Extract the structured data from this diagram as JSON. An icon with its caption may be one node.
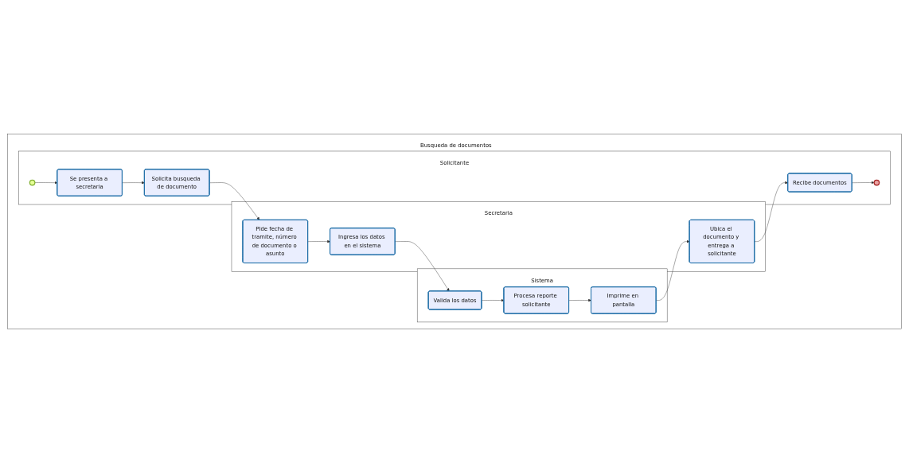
{
  "diagram": {
    "nodes": [
      {
        "text": [
          "Busqueda de documentos"
        ]
      },
      {
        "text": [
          "Sistema"
        ],
        "in": 0
      },
      {
        "text": [
          "Secretaria"
        ],
        "in": 0
      },
      {
        "text": [
          "Solicitante"
        ],
        "in": 0
      },
      {
        "text": [
          "Valida los datos"
        ],
        "in": 1
      },
      {
        "text": [
          "Procesa reporte solicitante"
        ],
        "in": 1
      },
      {
        "text": [
          "Imprime en pantalla"
        ],
        "in": 1
      },
      {
        "text": [
          "PIde fecha de tramite, número de documento o asunto"
        ],
        "in": 2
      },
      {
        "text": [
          "Ingresa los datos en el sistema"
        ],
        "in": 2
      },
      {
        "text": [
          "Ubica el documento y entrega a solicitante"
        ],
        "in": 2
      },
      {
        "text": [],
        "shape": "circle",
        "in": 3
      },
      {
        "text": [
          "Se presenta a secretaria"
        ],
        "in": 3
      },
      {
        "text": [
          "Solicita busqueda de documento"
        ],
        "in": 3
      },
      {
        "text": [
          "Recibe documentos"
        ],
        "in": 3
      },
      {
        "text": [],
        "shape": "circle",
        "in": 3
      }
    ],
    "edges": [
      {
        "from": 10,
        "to": 11,
        "arrow": "to"
      },
      {
        "from": 11,
        "to": 12,
        "arrow": "to"
      },
      {
        "from": 12,
        "to": 7,
        "arrow": "to"
      },
      {
        "from": 7,
        "to": 8,
        "arrow": "to"
      },
      {
        "from": 8,
        "to": 4,
        "arrow": "to"
      },
      {
        "from": 4,
        "to": 5,
        "arrow": "to"
      },
      {
        "from": 5,
        "to": 6,
        "arrow": "to"
      },
      {
        "from": 6,
        "to": 9,
        "arrow": "to"
      },
      {
        "from": 9,
        "to": 13,
        "arrow": "to"
      },
      {
        "from": 13,
        "to": 14,
        "arrow": "to"
      }
    ]
  }
}
